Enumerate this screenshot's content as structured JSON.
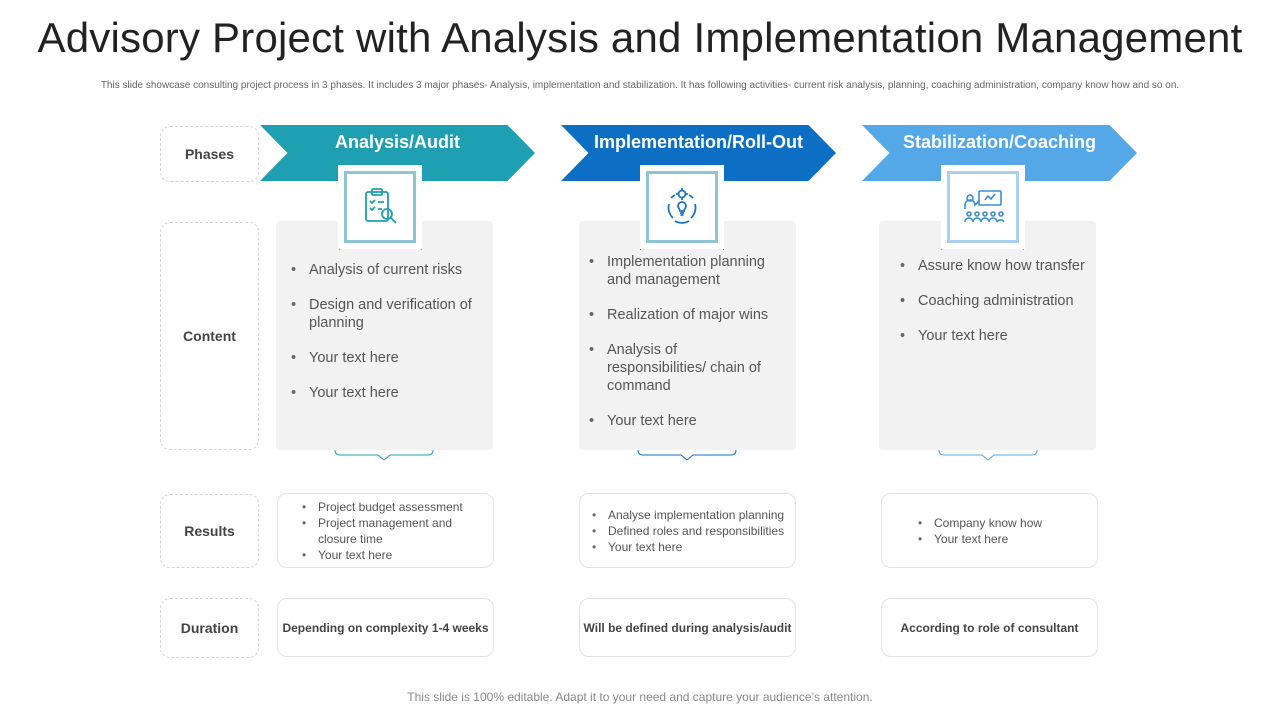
{
  "title": "Advisory Project with Analysis and Implementation Management",
  "subtitle": "This slide showcase consulting project process in 3 phases. It includes 3 major phases- Analysis, implementation and stabilization. It has following activities- current risk analysis, planning, coaching administration,  company know how and so on.",
  "row_labels": {
    "phases": "Phases",
    "content": "Content",
    "results": "Results",
    "duration": "Duration"
  },
  "colors": {
    "phase1": "#1e9fb2",
    "phase2": "#0d6fc4",
    "phase3": "#54a8e8",
    "icon_border": "#8ec5d2"
  },
  "phases": [
    {
      "name": "Analysis/Audit",
      "icon": "clipboard-search-icon",
      "content": [
        "Analysis of current risks",
        "Design and verification of planning",
        "Your text here",
        "Your text here"
      ],
      "results": [
        "Project budget assessment",
        "Project management and closure time",
        "Your text here"
      ],
      "duration": "Depending on complexity 1-4 weeks"
    },
    {
      "name": "Implementation/Roll-Out",
      "icon": "lightbulb-gear-icon",
      "content": [
        "Implementation planning and management",
        "Realization of major wins",
        "Analysis of responsibilities/ chain of command",
        "Your text here"
      ],
      "results": [
        "Analyse implementation planning",
        "Defined roles and responsibilities",
        " Your text here"
      ],
      "duration": "Will be defined during analysis/audit"
    },
    {
      "name": "Stabilization/Coaching",
      "icon": "presentation-audience-icon",
      "content": [
        "Assure know how transfer",
        "Coaching administration",
        "Your text here"
      ],
      "results": [
        "Company know how",
        "Your text here"
      ],
      "duration": "According to role of consultant"
    }
  ],
  "footer": "This slide is 100% editable. Adapt it to your need and capture your audience’s attention."
}
